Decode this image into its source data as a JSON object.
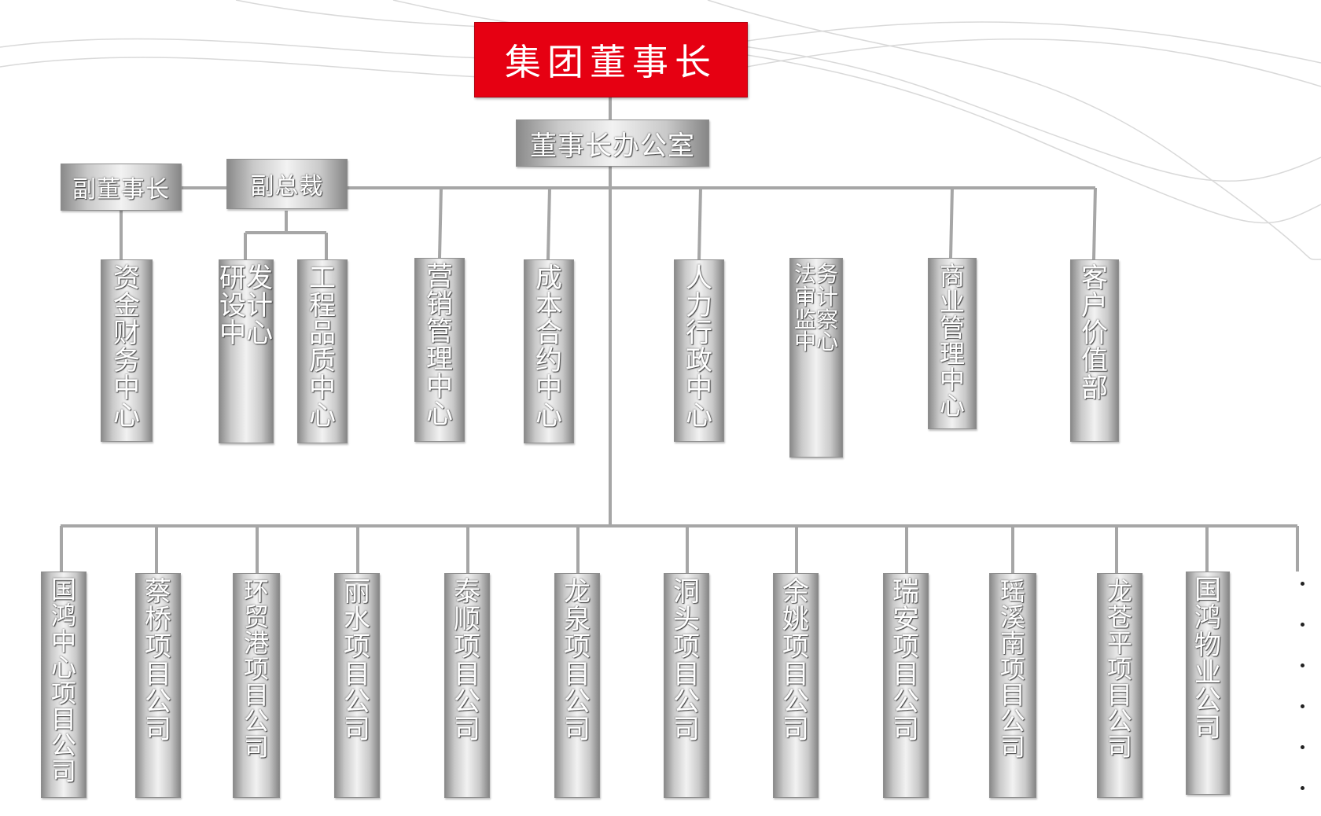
{
  "chairman": "集团董事长",
  "chairman_office": "董事长办公室",
  "vice_chairman": "副董事长",
  "vice_president": "副总裁",
  "departments": {
    "finance": "资金财务中心",
    "rd": "研发设计中心",
    "engineering": "工程品质中心",
    "marketing": "营销管理中心",
    "cost": "成本合约中心",
    "hr": "人力行政中心",
    "legal": "法务审计监察中心",
    "commercial": "商业管理中心",
    "customer": "客户价值部"
  },
  "projects": [
    "国鸿中心项目公司",
    "蔡桥项目公司",
    "环贸港项目公司",
    "丽水项目公司",
    "泰顺项目公司",
    "龙泉项目公司",
    "洞头项目公司",
    "余姚项目公司",
    "瑞安项目公司",
    "瑶溪南项目公司",
    "龙苍平项目公司",
    "国鸿物业公司"
  ],
  "colors": {
    "chairman_red": "#e60012",
    "line_gray": "#a6a6a6"
  }
}
